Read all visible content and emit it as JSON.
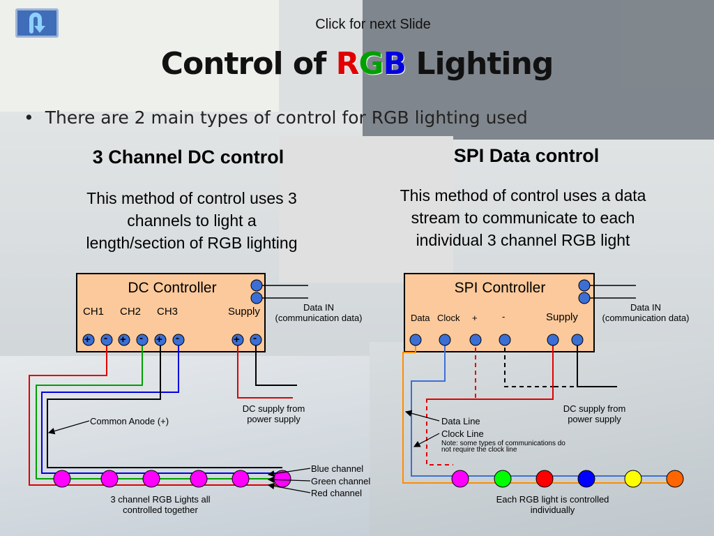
{
  "nav": {
    "next_slide": "Click for next Slide",
    "back_icon": "return-arrow-icon"
  },
  "title": {
    "prefix": "Control of ",
    "r": "R",
    "g": "G",
    "b": "B",
    "suffix": " Lighting"
  },
  "bullet": "There are 2 main types of control for RGB lighting used",
  "left": {
    "heading": "3 Channel DC control",
    "description": [
      "This method of control uses 3",
      "channels to light a",
      "length/section of RGB lighting"
    ],
    "controller": {
      "title": "DC Controller",
      "channels": [
        "CH1",
        "CH2",
        "CH3"
      ],
      "supply": "Supply",
      "terminals": [
        "+",
        "-",
        "+",
        "-",
        "+",
        "-",
        "+",
        "-"
      ]
    },
    "data_in": [
      "Data IN",
      "(communication data)"
    ],
    "dc_supply": [
      "DC supply from",
      "power supply"
    ],
    "common_anode": "Common Anode (+)",
    "channels": [
      "Blue channel",
      "Green channel",
      "Red channel"
    ],
    "footer": [
      "3 channel RGB Lights all",
      "controlled together"
    ]
  },
  "right": {
    "heading": "SPI Data control",
    "description": [
      "This method of control uses a data",
      "stream to communicate to each",
      "individual 3 channel RGB light"
    ],
    "controller": {
      "title": "SPI Controller",
      "labels": [
        "Data",
        "Clock",
        "+",
        "-",
        "Supply"
      ]
    },
    "data_in": [
      "Data IN",
      "(communication data)"
    ],
    "dc_supply": [
      "DC supply from",
      "power supply"
    ],
    "data_line": "Data Line",
    "clock_line": "Clock Line",
    "note": [
      "Note: some types of communications do",
      "not require the clock line"
    ],
    "footer": [
      "Each RGB light is controlled",
      "individually"
    ]
  },
  "colors": {
    "box_fill": "#fbc99b",
    "terminal": "#3b6fd6",
    "red": "#e00000",
    "green": "#00a000",
    "blue": "#0000e0",
    "magenta": "#ff00ff",
    "orange": "#ff8c00",
    "yellow": "#ffff00"
  },
  "light_colors_spi": [
    "#ff00ff",
    "#00ff00",
    "#ff0000",
    "#0000ff",
    "#ffff00",
    "#ff6600"
  ]
}
